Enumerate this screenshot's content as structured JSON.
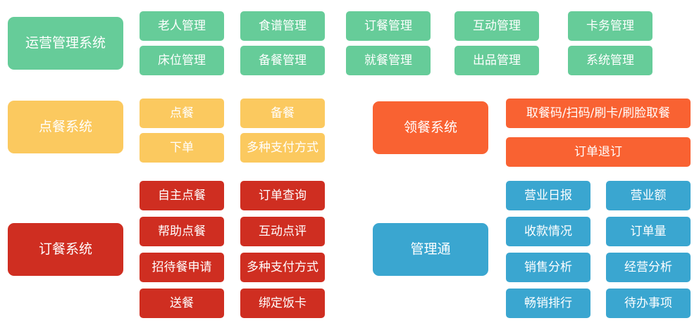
{
  "diagram": {
    "title": "",
    "colors": {
      "green": "#66cc99",
      "yellow": "#fbc95f",
      "orange": "#f96232",
      "red": "#cf2e21",
      "blue": "#3aa6d0",
      "background": "#ffffff",
      "label_text": "#ffffff"
    },
    "groups": [
      {
        "id": "operations",
        "name": "运营管理系统",
        "color": "green",
        "items": [
          "老人管理",
          "床位管理",
          "食谱管理",
          "备餐管理",
          "订餐管理",
          "就餐管理",
          "互动管理",
          "出品管理",
          "卡务管理",
          "系统管理"
        ]
      },
      {
        "id": "ordering-terminal",
        "name": "点餐系统",
        "color": "yellow",
        "items": [
          "点餐",
          "下单",
          "备餐",
          "多种支付方式"
        ]
      },
      {
        "id": "pickup",
        "name": "领餐系统",
        "color": "orange",
        "items": [
          "取餐码/扫码/刷卡/刷脸取餐",
          "订单退订"
        ]
      },
      {
        "id": "meal-order",
        "name": "订餐系统",
        "color": "red",
        "items": [
          "自主点餐",
          "帮助点餐",
          "招待餐申请",
          "送餐",
          "订单查询",
          "互动点评",
          "多种支付方式",
          "绑定饭卡"
        ]
      },
      {
        "id": "management-pass",
        "name": "管理通",
        "color": "blue",
        "items": [
          "营业日报",
          "收款情况",
          "销售分析",
          "畅销排行",
          "营业额",
          "订单量",
          "经营分析",
          "待办事项"
        ]
      }
    ]
  }
}
